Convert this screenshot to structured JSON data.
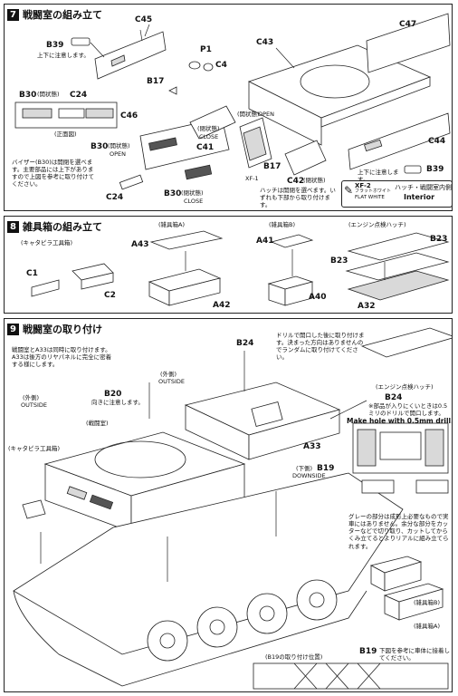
{
  "step7": {
    "number": "7",
    "title": "戦闘室の組み立て",
    "labels": {
      "c45": "C45",
      "b39_top": "B39",
      "p1": "P1",
      "c4": "C4",
      "c43": "C43",
      "c47": "C47",
      "b17_top": "B17",
      "b30_open_label": "B30",
      "b30_open_paren": "(開状態)",
      "c24_top": "C24",
      "c46": "C46",
      "front_view": "(正面図)",
      "b30_open2": "B30",
      "b30_open2_paren": "(開状態)",
      "open_en": "OPEN",
      "c24_bottom": "C24",
      "b30_close": "B30",
      "b30_close_paren": "(閉状態)",
      "close_en": "CLOSE",
      "close_paren_mid": "(閉状態)",
      "close_mid_en": "CLOSE",
      "c41": "C41",
      "open_paren_mid": "(開状態)",
      "open_mid_en": "OPEN",
      "xf1": "XF-1",
      "b17_bottom": "B17",
      "c42": "C42",
      "c42_paren": "(閉状態)",
      "c44": "C44",
      "b39_bottom": "B39"
    },
    "notes": {
      "b39_top": "上下に注意します。",
      "b39_bottom": "上下に注意します。",
      "visor": "バイザー(B30)は開閉を選べます。主要部品には上下がありますので上図を参考に取り付けてください。",
      "hatch": "ハッチは開閉を選べます。いずれも下部から取り付けます。"
    },
    "paint_badge": {
      "code": "XF-2",
      "jp": "フラットホワイト",
      "en": "FLAT WHITE",
      "area_jp": "ハッチ・戦闘室内側",
      "area_en": "Interior"
    }
  },
  "step8": {
    "number": "8",
    "title": "雑具箱の組み立て",
    "labels": {
      "caterpillar_box": "(キャタピラ工具箱)",
      "c1": "C1",
      "c2": "C2",
      "box_a": "(雑具箱A)",
      "a43": "A43",
      "a42": "A42",
      "box_b": "(雑具箱B)",
      "a41": "A41",
      "a40": "A40",
      "engine_hatch": "(エンジン点検ハッチ)",
      "b23_right": "B23",
      "b23_left": "B23",
      "a32": "A32"
    }
  },
  "step9": {
    "number": "9",
    "title": "戦闘室の取り付け",
    "labels": {
      "b24_top": "B24",
      "outside_jp": "(外側)",
      "outside_en": "OUTSIDE",
      "outside_left_jp": "(外側)",
      "outside_left_en": "OUTSIDE",
      "b20": "B20",
      "fighting_compartment": "(戦闘室)",
      "caterpillar_box": "(キャタピラ工具箱)",
      "engine_hatch": "(エンジン点検ハッチ)",
      "b24_right": "B24",
      "a33": "A33",
      "downside_jp": "(下側)",
      "downside_en": "DOWNSIDE",
      "b19": "B19",
      "box_b": "(雑具箱B)",
      "box_a": "(雑具箱A)",
      "b19_position": "(B19の取り付け位置)",
      "b19_bottom": "B19"
    },
    "notes": {
      "attach": "戦闘室とA33は同時に取り付けます。A33は後方のリヤパネルに完全に密着する様にします。",
      "b20": "向きに注意します。",
      "drill": "ドリルで開口した後に取り付けます。決まった方向はありませんのでランダムに取り付けてください。",
      "drill_small": "※部品が入りにくいときは0.5ミリのドリルで開口します。",
      "drill_en": "Make hole with 0.5mm drill.",
      "grey": "グレーの部分は成形上必要なもので実車にはありません。余分な部分をカッターなどで切り取り、カットしてからくみ立てるとよりリアルに組み立てられます。",
      "b19_ref": "下図を参考に車体に接着してください。"
    }
  }
}
